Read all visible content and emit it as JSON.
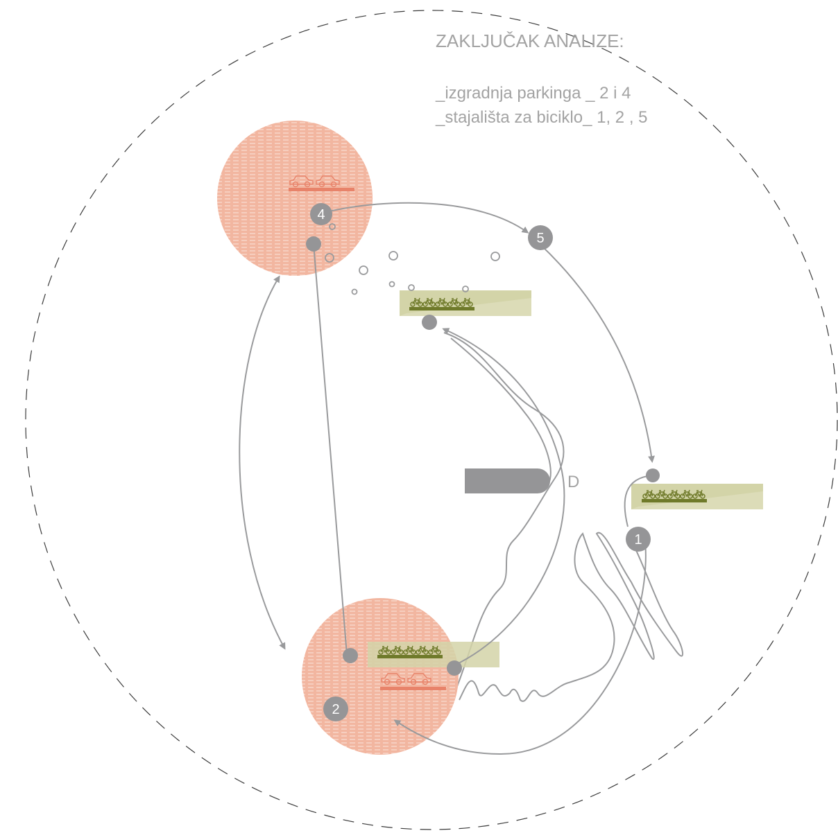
{
  "title": "ZAKLJUČAK ANALIZE:",
  "conclusions": [
    "_izgradnja parkinga _ 2 i 4",
    "_stajališta za biciklo_ 1, 2 , 5"
  ],
  "nodes": [
    {
      "id": "1",
      "label": "1"
    },
    {
      "id": "2",
      "label": "2"
    },
    {
      "id": "4",
      "label": "4"
    },
    {
      "id": "5",
      "label": "5"
    }
  ],
  "destination_label": "D",
  "colors": {
    "zone_fill": "#f2b6a0",
    "zone_hatch": "#fbe3d9",
    "parking": "#e8836a",
    "bike_band": "#d3d4a8",
    "bike_icon": "#6f7a2a",
    "line": "#999a9c",
    "node": "#959597",
    "boundary": "#3a3a3a"
  },
  "icons": {
    "parking": "car-parking-icon",
    "bike": "bicycle-stand-icon"
  }
}
